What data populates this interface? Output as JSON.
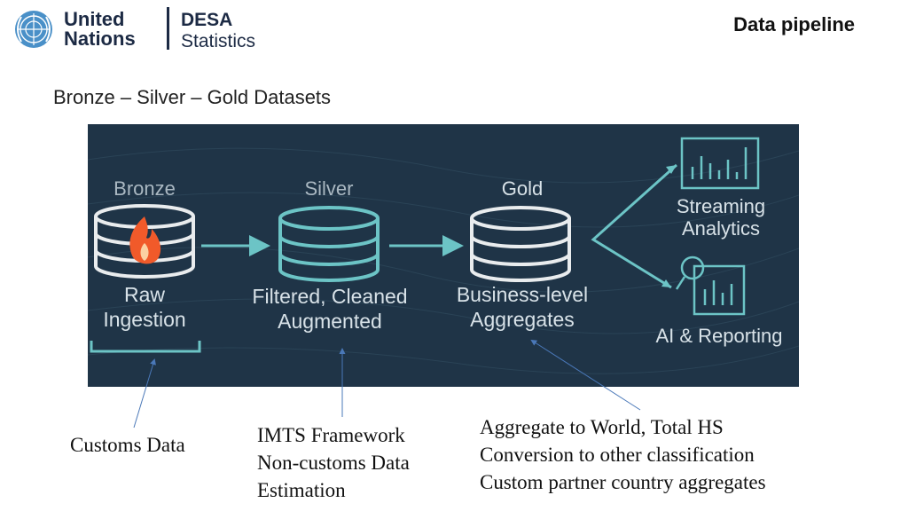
{
  "header": {
    "org_line1": "United",
    "org_line2": "Nations",
    "dept_line1": "DESA",
    "dept_line2": "Statistics",
    "page_title": "Data pipeline"
  },
  "subtitle": "Bronze – Silver – Gold Datasets",
  "diagram": {
    "stages": [
      {
        "tier": "Bronze",
        "line1": "Raw",
        "line2": "Ingestion"
      },
      {
        "tier": "Silver",
        "line1": "Filtered, Cleaned",
        "line2": "Augmented"
      },
      {
        "tier": "Gold",
        "line1": "Business-level",
        "line2": "Aggregates"
      }
    ],
    "outputs": [
      {
        "line1": "Streaming",
        "line2": "Analytics"
      },
      {
        "line1": "AI & Reporting"
      }
    ],
    "colors": {
      "background": "#1f3447",
      "accent": "#6cc4c6",
      "label": "#d8e2e8",
      "tier_label": "#aab8c2",
      "flame": "#f15a2a"
    }
  },
  "annotations": {
    "customs": [
      "Customs Data"
    ],
    "imts": [
      "IMTS Framework",
      "Non-customs Data",
      "Estimation"
    ],
    "gold": [
      "Aggregate to World, Total HS",
      "Conversion to other classification",
      "Custom partner country aggregates"
    ]
  }
}
